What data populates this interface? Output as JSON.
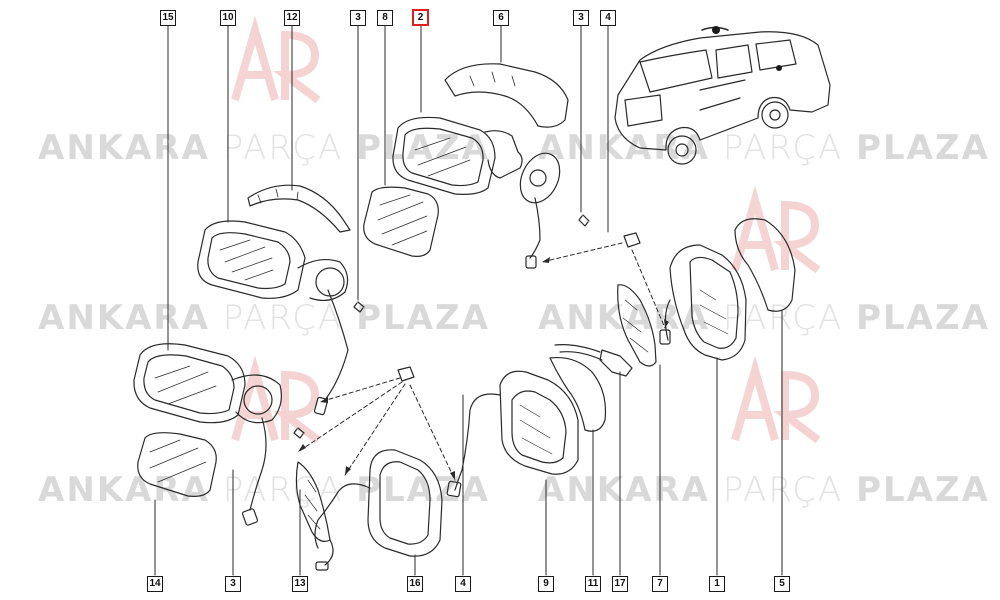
{
  "watermark": {
    "word1": "ANKARA",
    "word2": "PARÇA",
    "word3": "PLAZA"
  },
  "callouts": [
    {
      "id": "c15a",
      "label": "15"
    },
    {
      "id": "c10",
      "label": "10"
    },
    {
      "id": "c12",
      "label": "12"
    },
    {
      "id": "c3a",
      "label": "3"
    },
    {
      "id": "c8",
      "label": "8"
    },
    {
      "id": "c2",
      "label": "2",
      "highlighted": true
    },
    {
      "id": "c6",
      "label": "6"
    },
    {
      "id": "c3b",
      "label": "3"
    },
    {
      "id": "c4a",
      "label": "4"
    },
    {
      "id": "c14",
      "label": "14"
    },
    {
      "id": "c3c",
      "label": "3"
    },
    {
      "id": "c13",
      "label": "13"
    },
    {
      "id": "c16",
      "label": "16"
    },
    {
      "id": "c4b",
      "label": "4"
    },
    {
      "id": "c9",
      "label": "9"
    },
    {
      "id": "c11",
      "label": "11"
    },
    {
      "id": "c17",
      "label": "17"
    },
    {
      "id": "c7",
      "label": "7"
    },
    {
      "id": "c1",
      "label": "1"
    },
    {
      "id": "c5",
      "label": "5"
    }
  ],
  "colors": {
    "line": "#2a2a2a",
    "highlight": "#e02020",
    "watermark": "#d9d9d9",
    "logo": "#f3c9c9"
  }
}
